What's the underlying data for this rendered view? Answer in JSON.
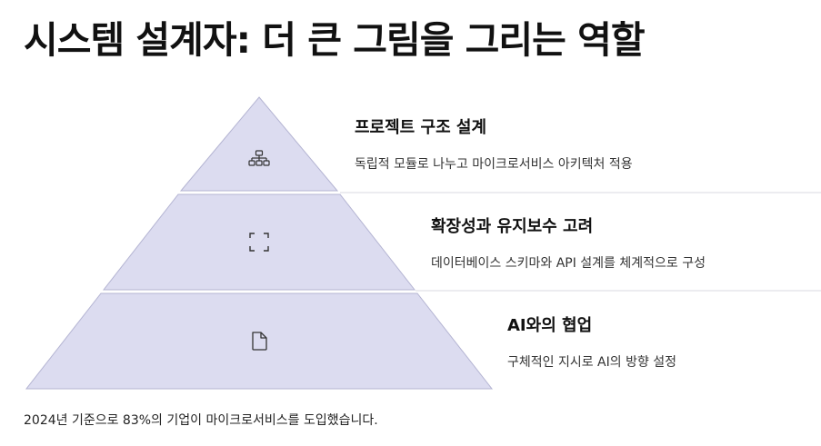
{
  "title": "시스템 설계자: 더 큰 그림을 그리는 역할",
  "levels": [
    {
      "title": "프로젝트 구조 설계",
      "description": "독립적 모듈로 나누고 마이크로서비스 아키텍처 적용",
      "icon": "sitemap-icon"
    },
    {
      "title": "확장성과 유지보수 고려",
      "description": "데이터베이스 스키마와 API 설계를 체계적으로 구성",
      "icon": "expand-icon"
    },
    {
      "title": "AI와의 협업",
      "description": "구체적인 지시로 AI의 방향 설정",
      "icon": "document-icon"
    }
  ],
  "footnote": "2024년 기준으로 83%의 기업이 마이크로서비스를 도입했습니다.",
  "colors": {
    "fill": "#dcdcf0",
    "stroke": "#b4b4d2",
    "divider": "#d8d8e0",
    "icon": "#333333"
  }
}
